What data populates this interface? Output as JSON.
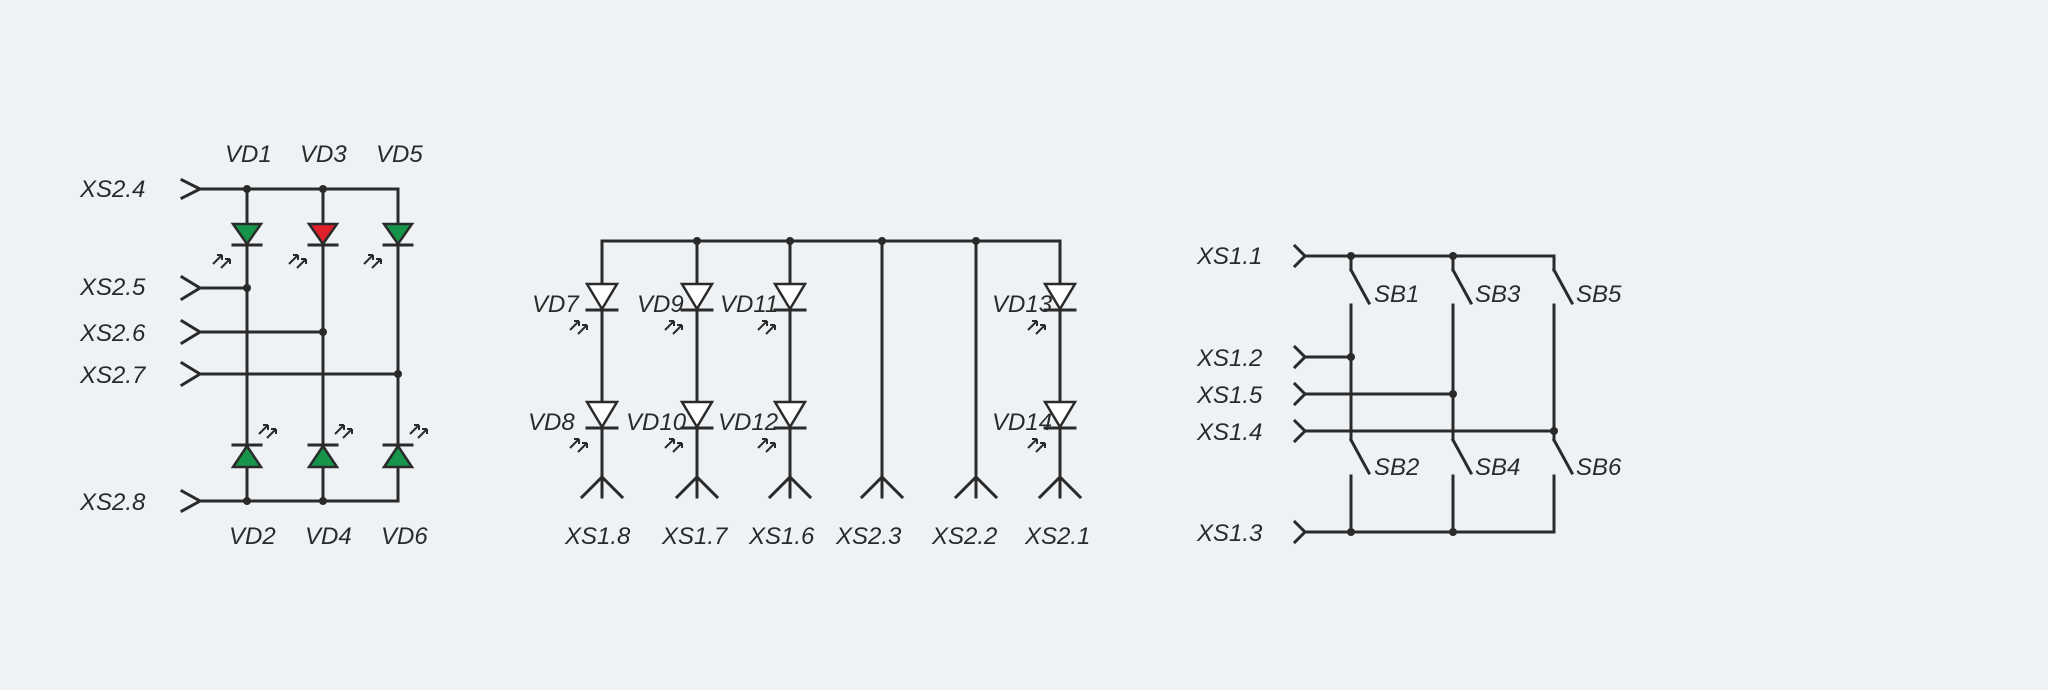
{
  "background": "#eef2f5",
  "colors": {
    "wire": "#2a2a2a",
    "led_green": "#16954a",
    "led_red": "#e0202a",
    "diode_fill": "#ffffff"
  },
  "block_a": {
    "connectors": [
      "XS2.4",
      "XS2.5",
      "XS2.6",
      "XS2.7",
      "XS2.8"
    ],
    "leds_top": [
      "VD1",
      "VD3",
      "VD5"
    ],
    "leds_bottom": [
      "VD2",
      "VD4",
      "VD6"
    ]
  },
  "block_b": {
    "diodes_top": [
      "VD7",
      "VD9",
      "VD11",
      "VD13"
    ],
    "diodes_bottom": [
      "VD8",
      "VD10",
      "VD12",
      "VD14"
    ],
    "connectors": [
      "XS1.8",
      "XS1.7",
      "XS1.6",
      "XS2.3",
      "XS2.2",
      "XS2.1"
    ]
  },
  "block_c": {
    "connectors": [
      "XS1.1",
      "XS1.2",
      "XS1.5",
      "XS1.4",
      "XS1.3"
    ],
    "switches_top": [
      "SB1",
      "SB3",
      "SB5"
    ],
    "switches_bottom": [
      "SB2",
      "SB4",
      "SB6"
    ]
  }
}
